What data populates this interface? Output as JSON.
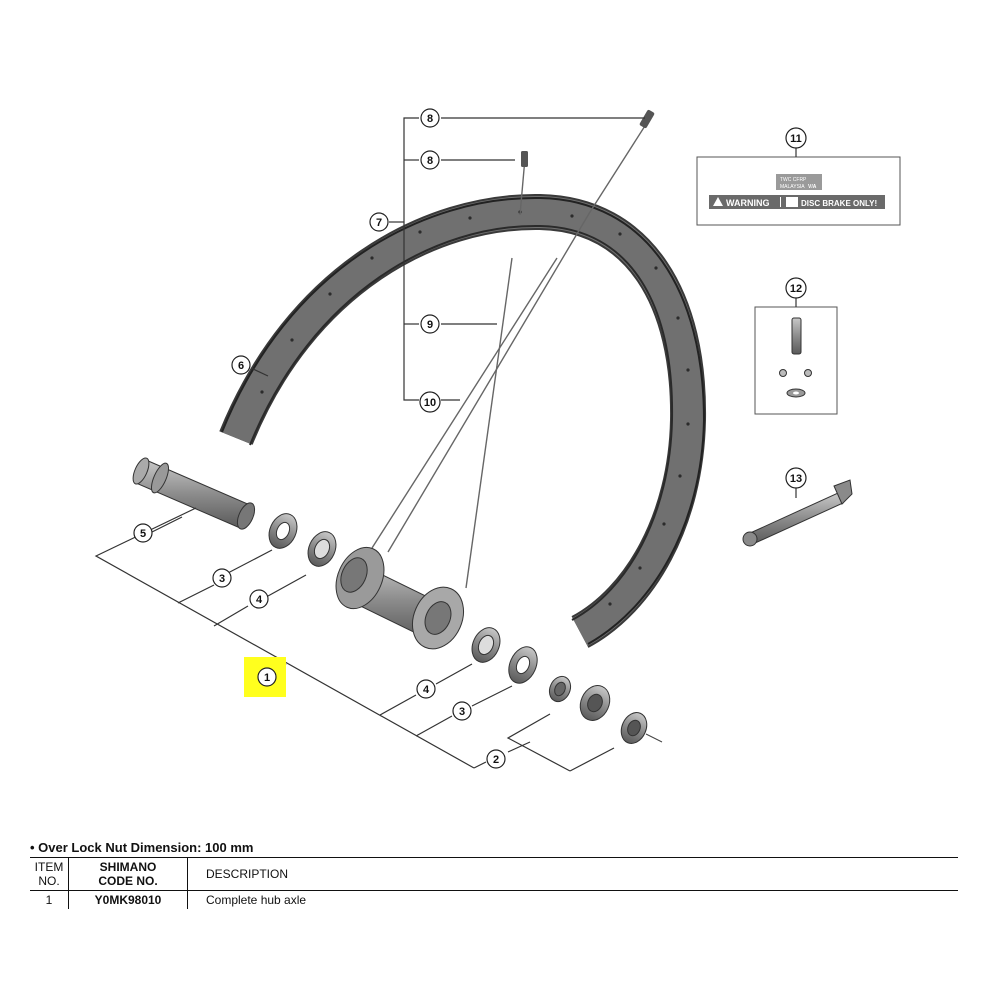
{
  "callouts": {
    "c1": "1",
    "c2": "2",
    "c3": "3",
    "c4": "4",
    "c5": "5",
    "c6": "6",
    "c7": "7",
    "c8": "8",
    "c9": "9",
    "c10": "10",
    "c11": "11",
    "c12": "12",
    "c13": "13"
  },
  "sticker": {
    "line1": "TWC CFRP",
    "line2": "MALAYSIA",
    "line2_badge": "V/A",
    "warning": "WARNING",
    "disc": "DISC BRAKE ONLY!"
  },
  "spec_note": "• Over Lock Nut Dimension: 100 mm",
  "table": {
    "headers": {
      "item_line1": "ITEM",
      "item_line2": "NO.",
      "code_line1": "SHIMANO",
      "code_line2": "CODE NO.",
      "description": "DESCRIPTION"
    },
    "rows": [
      {
        "item": "1",
        "code": "Y0MK98010",
        "description": "Complete hub axle"
      }
    ]
  },
  "colors": {
    "highlight": "#ffff1e",
    "rim": "#6b6b6b",
    "parts": "#8a8a8a"
  }
}
